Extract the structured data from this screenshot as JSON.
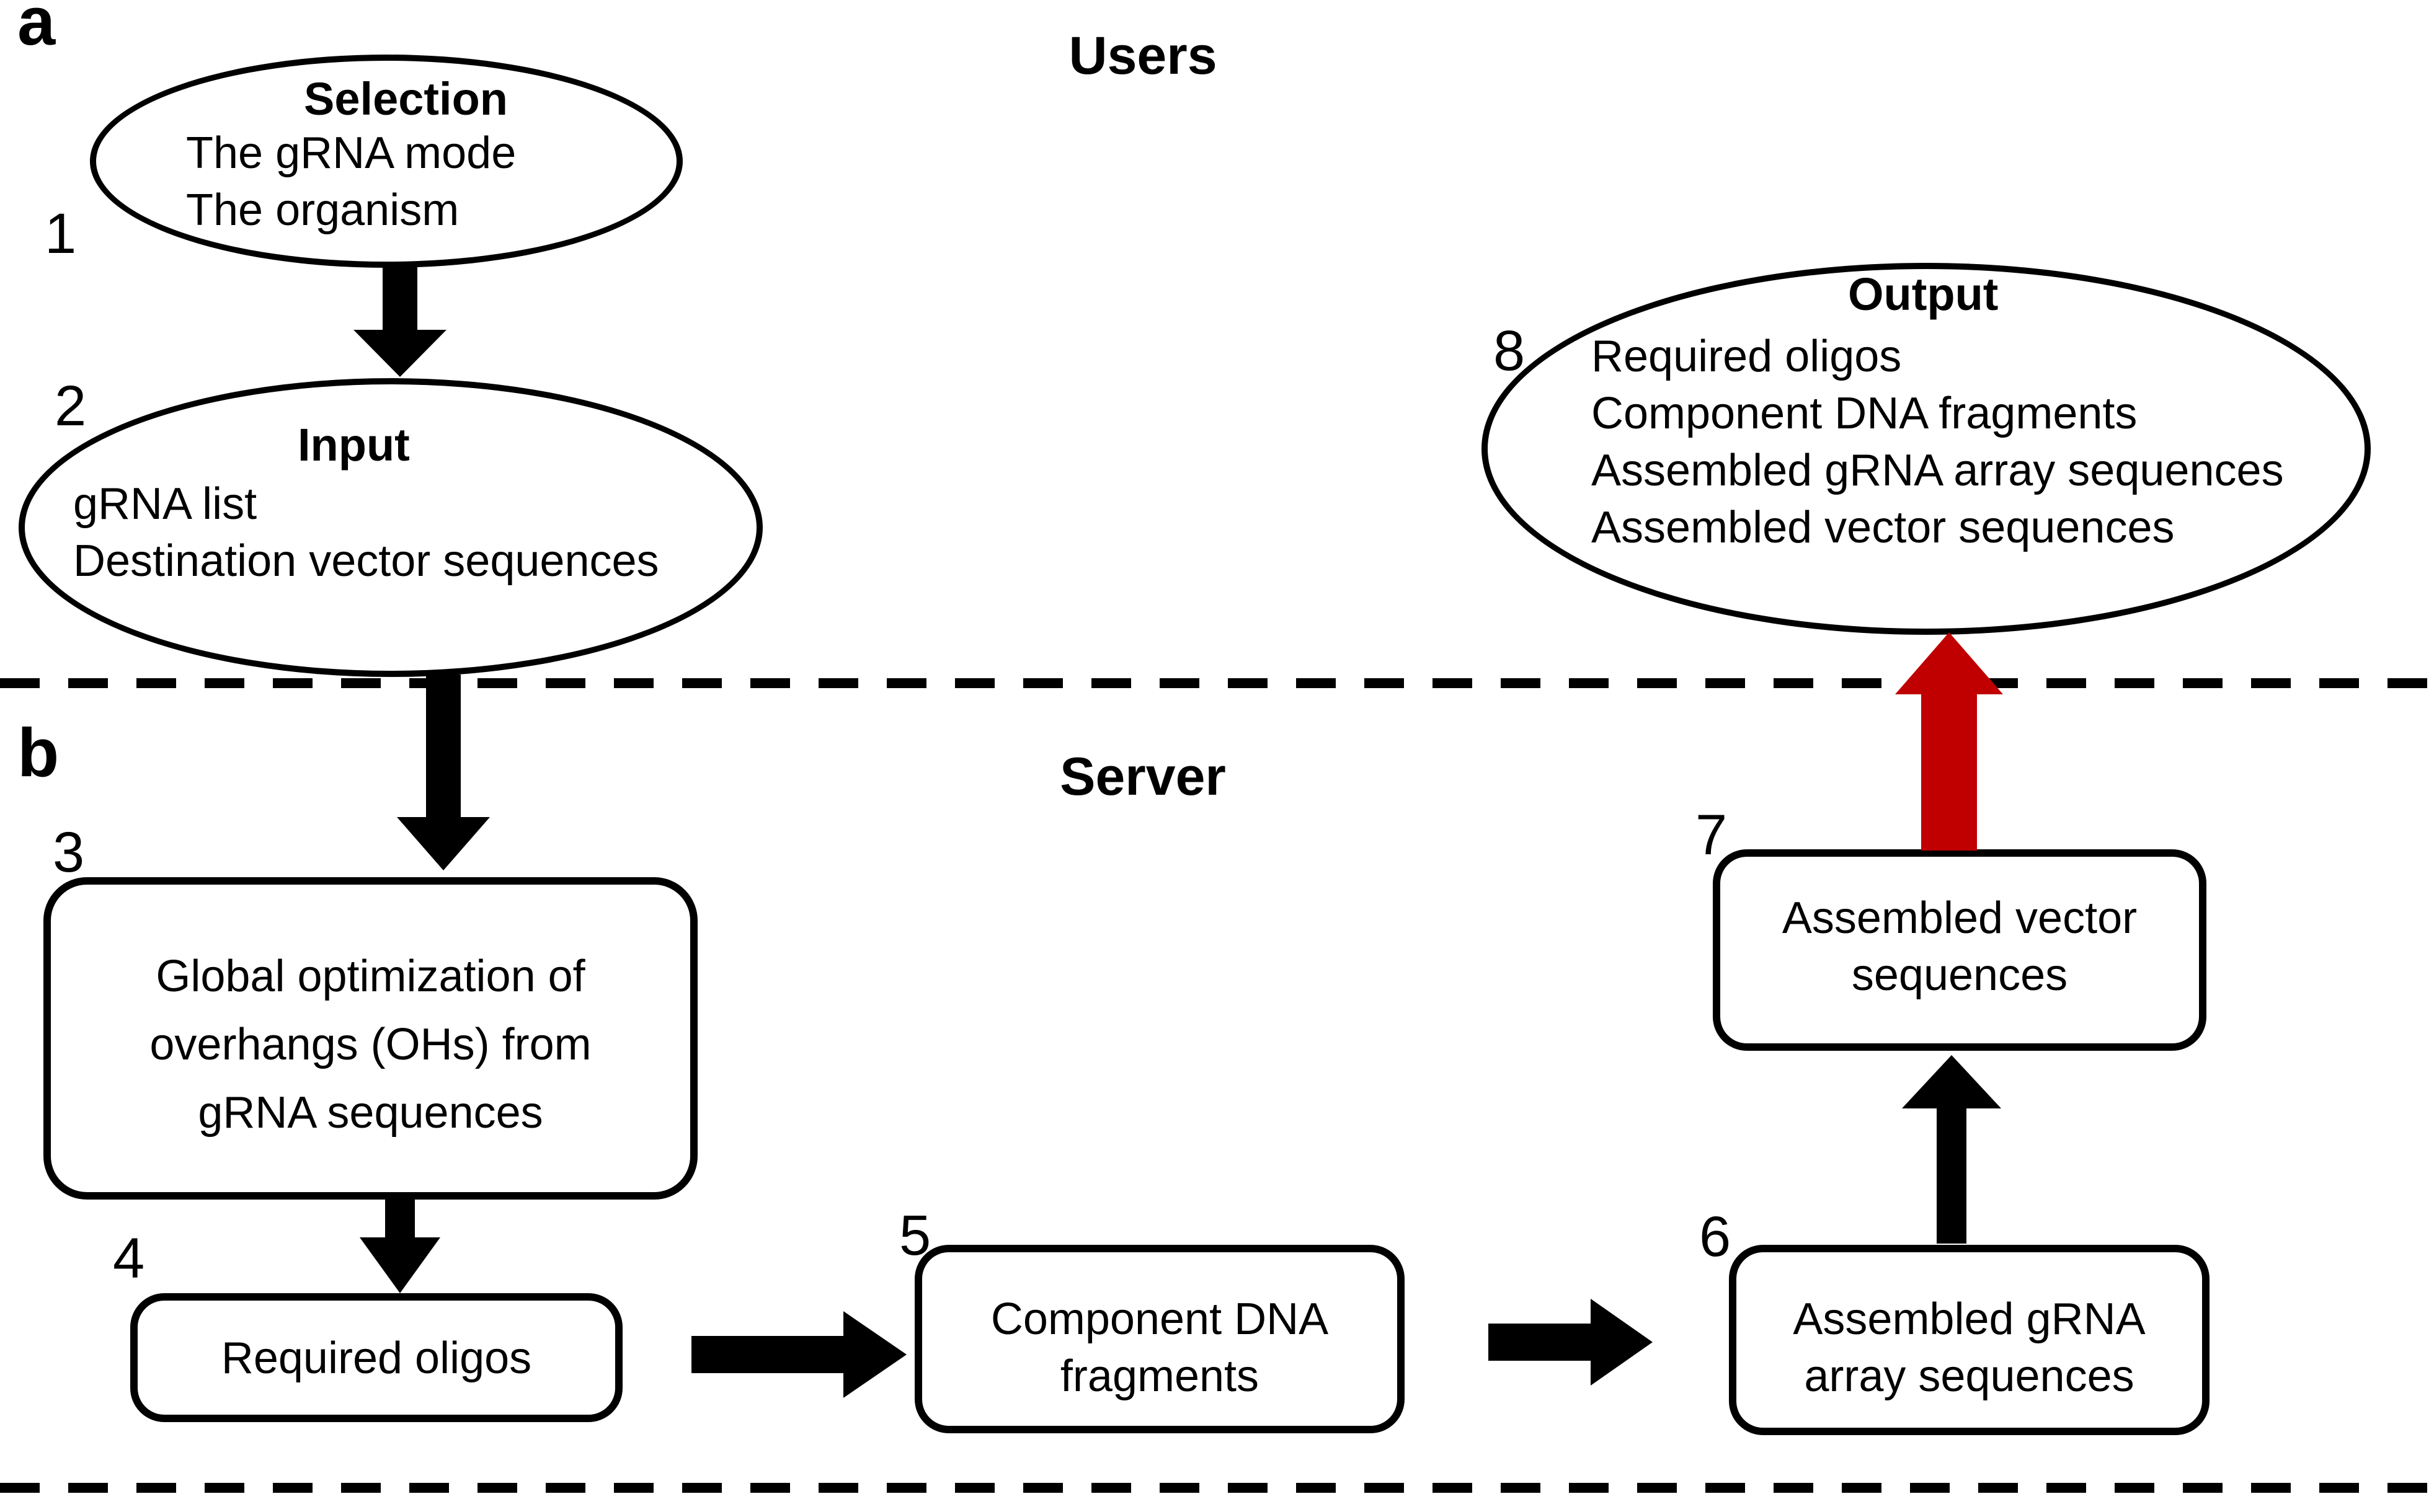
{
  "colors": {
    "ink": "#000000",
    "accent_red": "#C00000",
    "background": "#FFFFFF"
  },
  "sections": {
    "users": {
      "panel_label": "a",
      "title": "Users"
    },
    "server": {
      "panel_label": "b",
      "title": "Server"
    }
  },
  "nodes": {
    "selection": {
      "number": "1",
      "title": "Selection",
      "lines": [
        "The gRNA mode",
        "The organism"
      ]
    },
    "input": {
      "number": "2",
      "title": "Input",
      "lines": [
        "gRNA list",
        "Destination vector sequences"
      ]
    },
    "optimization": {
      "number": "3",
      "lines": [
        "Global optimization of",
        "overhangs (OHs) from",
        "gRNA sequences"
      ]
    },
    "required_oligos": {
      "number": "4",
      "lines": [
        "Required oligos"
      ]
    },
    "component_fragments": {
      "number": "5",
      "lines": [
        "Component DNA",
        "fragments"
      ]
    },
    "assembled_array": {
      "number": "6",
      "lines": [
        "Assembled gRNA",
        "array sequences"
      ]
    },
    "assembled_vector": {
      "number": "7",
      "lines": [
        "Assembled vector",
        "sequences"
      ]
    },
    "output": {
      "number": "8",
      "title": "Output",
      "lines": [
        "Required oligos",
        "Component DNA fragments",
        "Assembled gRNA array sequences",
        "Assembled vector sequences"
      ]
    }
  }
}
